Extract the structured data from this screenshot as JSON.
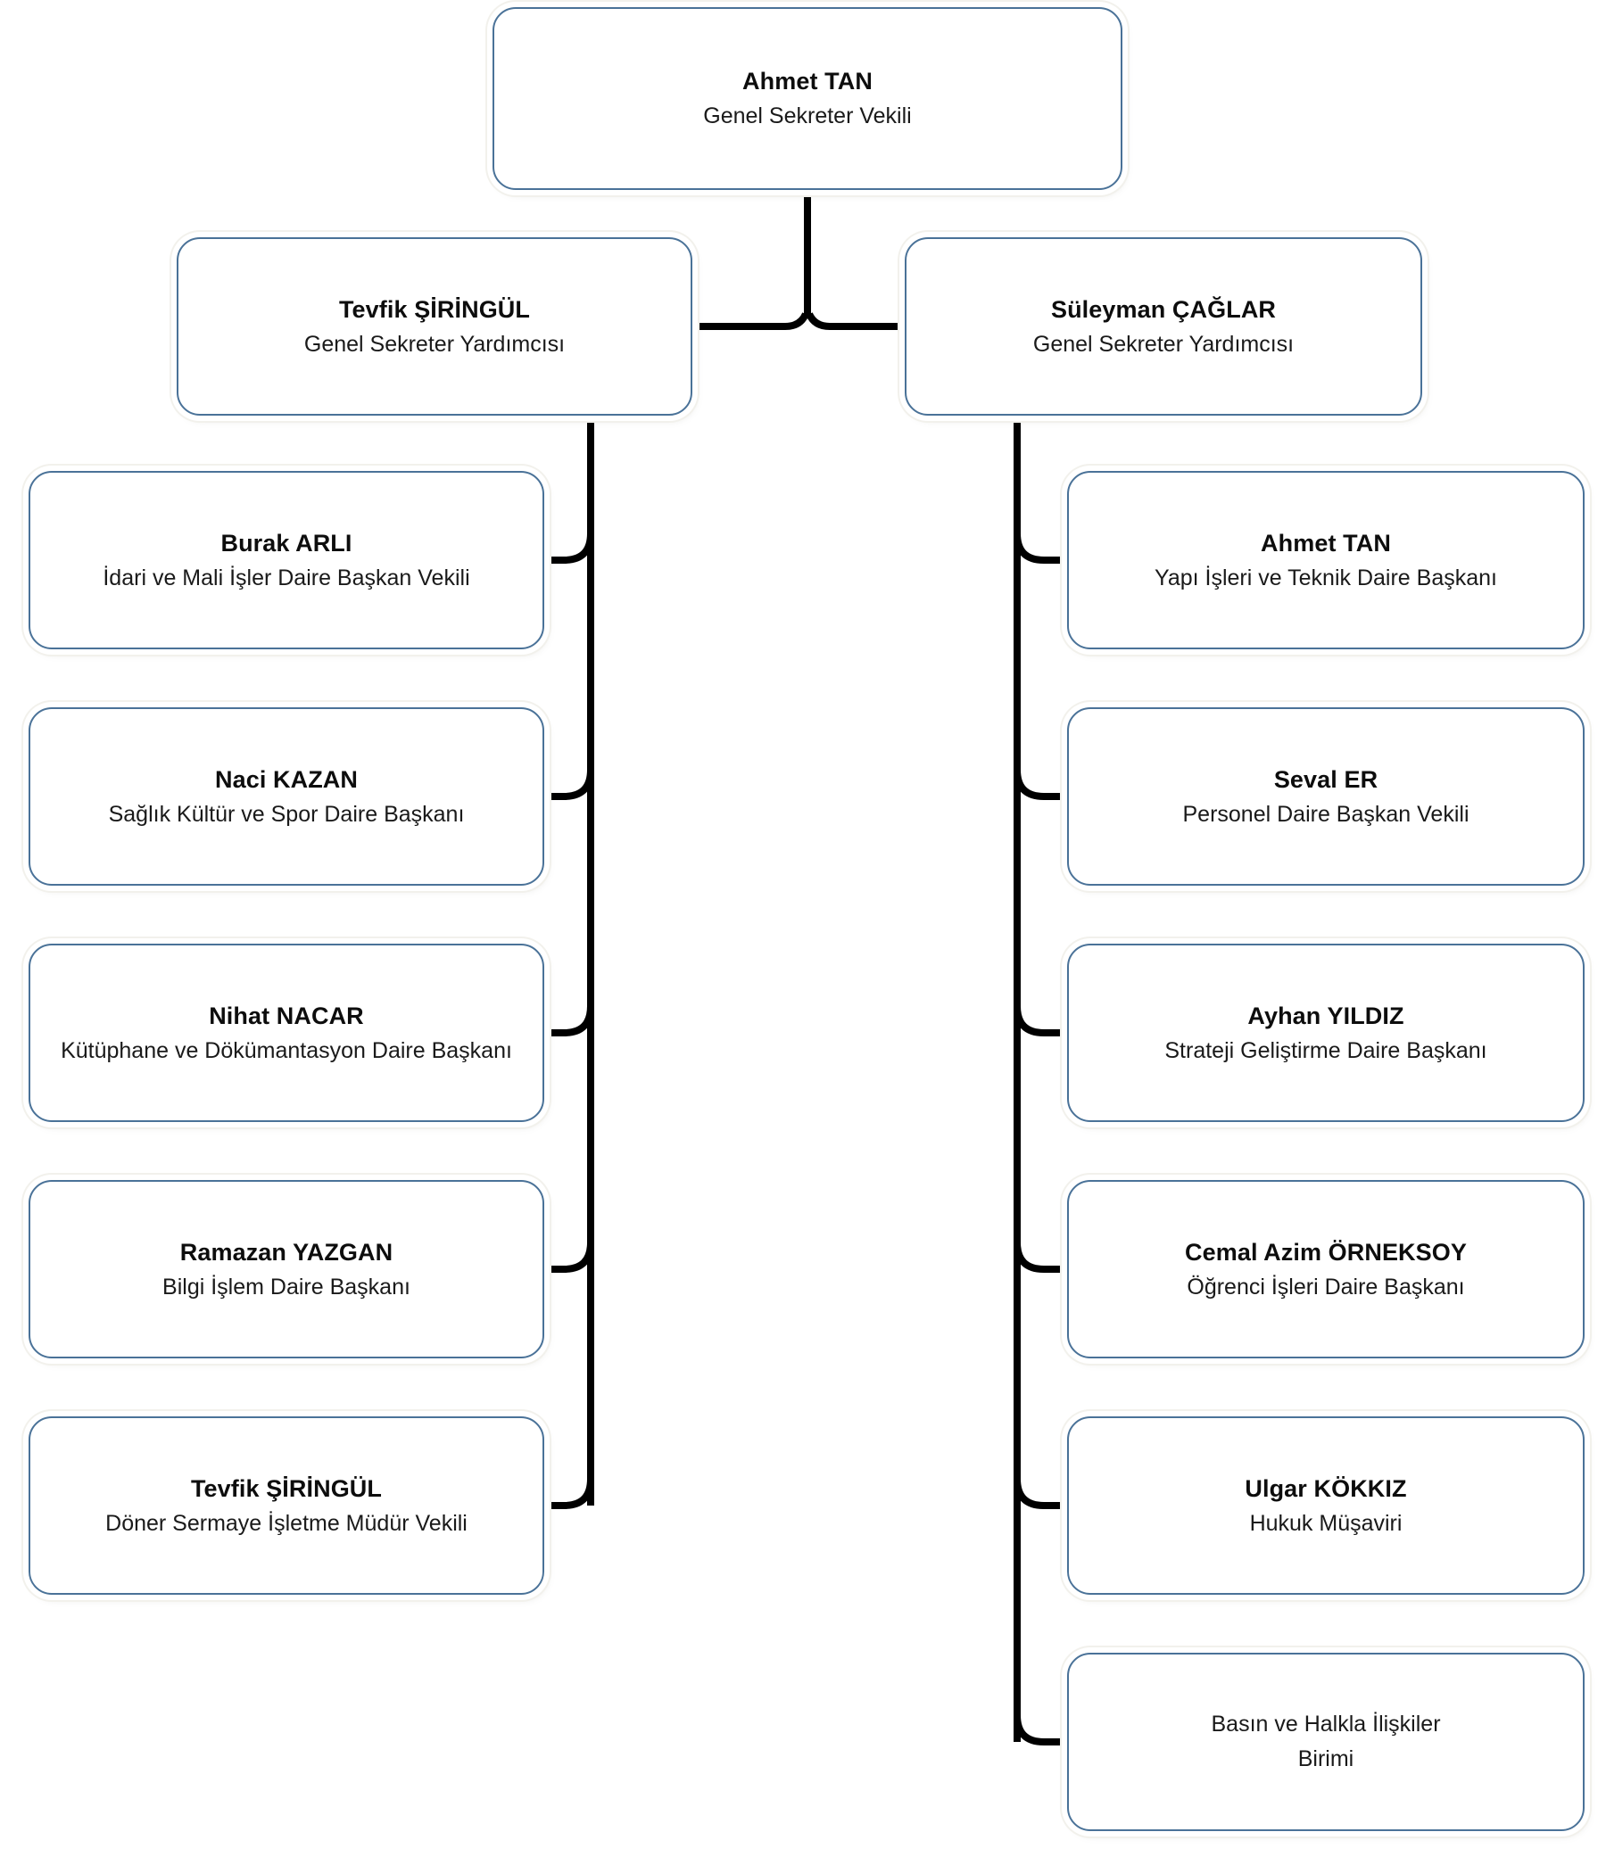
{
  "chart": {
    "type": "org-chart",
    "root": {
      "name": "Ahmet TAN",
      "title": "Genel Sekreter Vekili"
    },
    "deputies": [
      {
        "name": "Tevfik ŞİRİNGÜL",
        "title": "Genel Sekreter Yardımcısı",
        "side": "left",
        "children": [
          {
            "name": "Burak ARLI",
            "title": "İdari ve Mali İşler Daire Başkan Vekili"
          },
          {
            "name": "Naci KAZAN",
            "title": "Sağlık Kültür ve Spor Daire Başkanı"
          },
          {
            "name": "Nihat NACAR",
            "title": "Kütüphane ve Dökümantasyon Daire Başkanı"
          },
          {
            "name": "Ramazan YAZGAN",
            "title": "Bilgi İşlem Daire Başkanı"
          },
          {
            "name": "Tevfik ŞİRİNGÜL",
            "title": "Döner Sermaye İşletme Müdür Vekili"
          }
        ]
      },
      {
        "name": "Süleyman ÇAĞLAR",
        "title": "Genel Sekreter Yardımcısı",
        "side": "right",
        "children": [
          {
            "name": "Ahmet TAN",
            "title": "Yapı İşleri ve Teknik Daire Başkanı"
          },
          {
            "name": "Seval ER",
            "title": "Personel Daire Başkan Vekili"
          },
          {
            "name": "Ayhan YILDIZ",
            "title": "Strateji Geliştirme Daire Başkanı"
          },
          {
            "name": "Cemal Azim ÖRNEKSOY",
            "title": "Öğrenci İşleri Daire Başkanı"
          },
          {
            "name": "Ulgar KÖKKIZ",
            "title": "Hukuk Müşaviri"
          },
          {
            "name": "",
            "title": "Basın ve Halkla İlişkiler",
            "title2": "Birimi"
          }
        ]
      }
    ],
    "colors": {
      "box_border": "#4a7298",
      "box_fill": "#ffffff",
      "connector": "#000000",
      "text": "#111111",
      "page_background": "#ffffff"
    }
  }
}
